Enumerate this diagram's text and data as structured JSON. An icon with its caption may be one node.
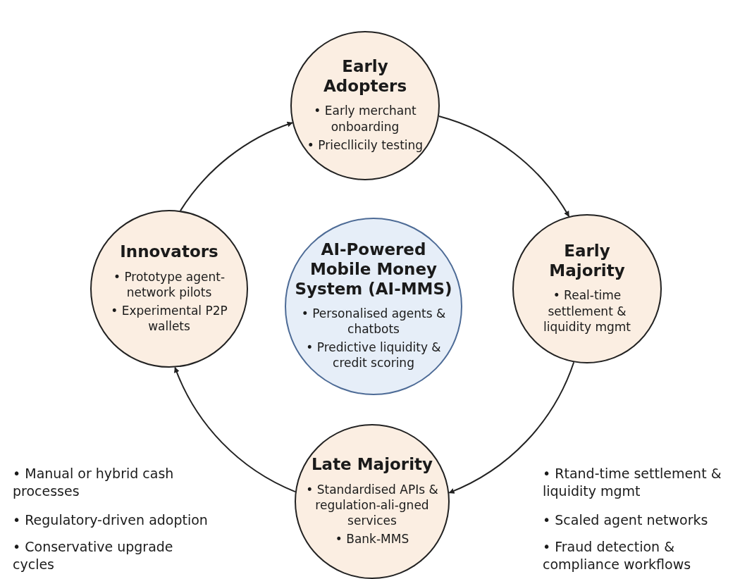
{
  "diagram": {
    "nodes": [
      {
        "text": [
          "Early Adopters",
          "• Early merchant onboarding",
          "• Priecllicily testing"
        ]
      },
      {
        "text": [
          "Early Majority",
          "• Real-time settlement & liquidity mgmt"
        ]
      },
      {
        "text": [
          "Late Majority",
          "• Standardised APIs & regulation-ali-gned services",
          "• Bank-MMS"
        ]
      },
      {
        "text": [
          "Innovators",
          "• Prototype agent-network pilots",
          "• Experimental P2P wallets"
        ]
      },
      {
        "text": [
          "AI-Powered Mobile Money System (AI-MMS)",
          "• Personalised agents & chatbots",
          "• Predictive liquidity & credit scoring"
        ]
      }
    ],
    "edges": [
      {
        "from": 3,
        "to": 0,
        "arrow": "to"
      },
      {
        "from": 0,
        "to": 1,
        "arrow": "to"
      },
      {
        "from": 1,
        "to": 2,
        "arrow": "to"
      },
      {
        "from": 2,
        "to": 3,
        "arrow": "to"
      }
    ],
    "labels": [
      "• Manual or hybrid cash processes",
      "• Regulatory-driven adoption",
      "• Conservative upgrade cycles",
      "• Rtand-time settlement & liquidity mgmt",
      "• Scaled agent networks",
      "• Fraud detection & compliance workflows"
    ]
  }
}
